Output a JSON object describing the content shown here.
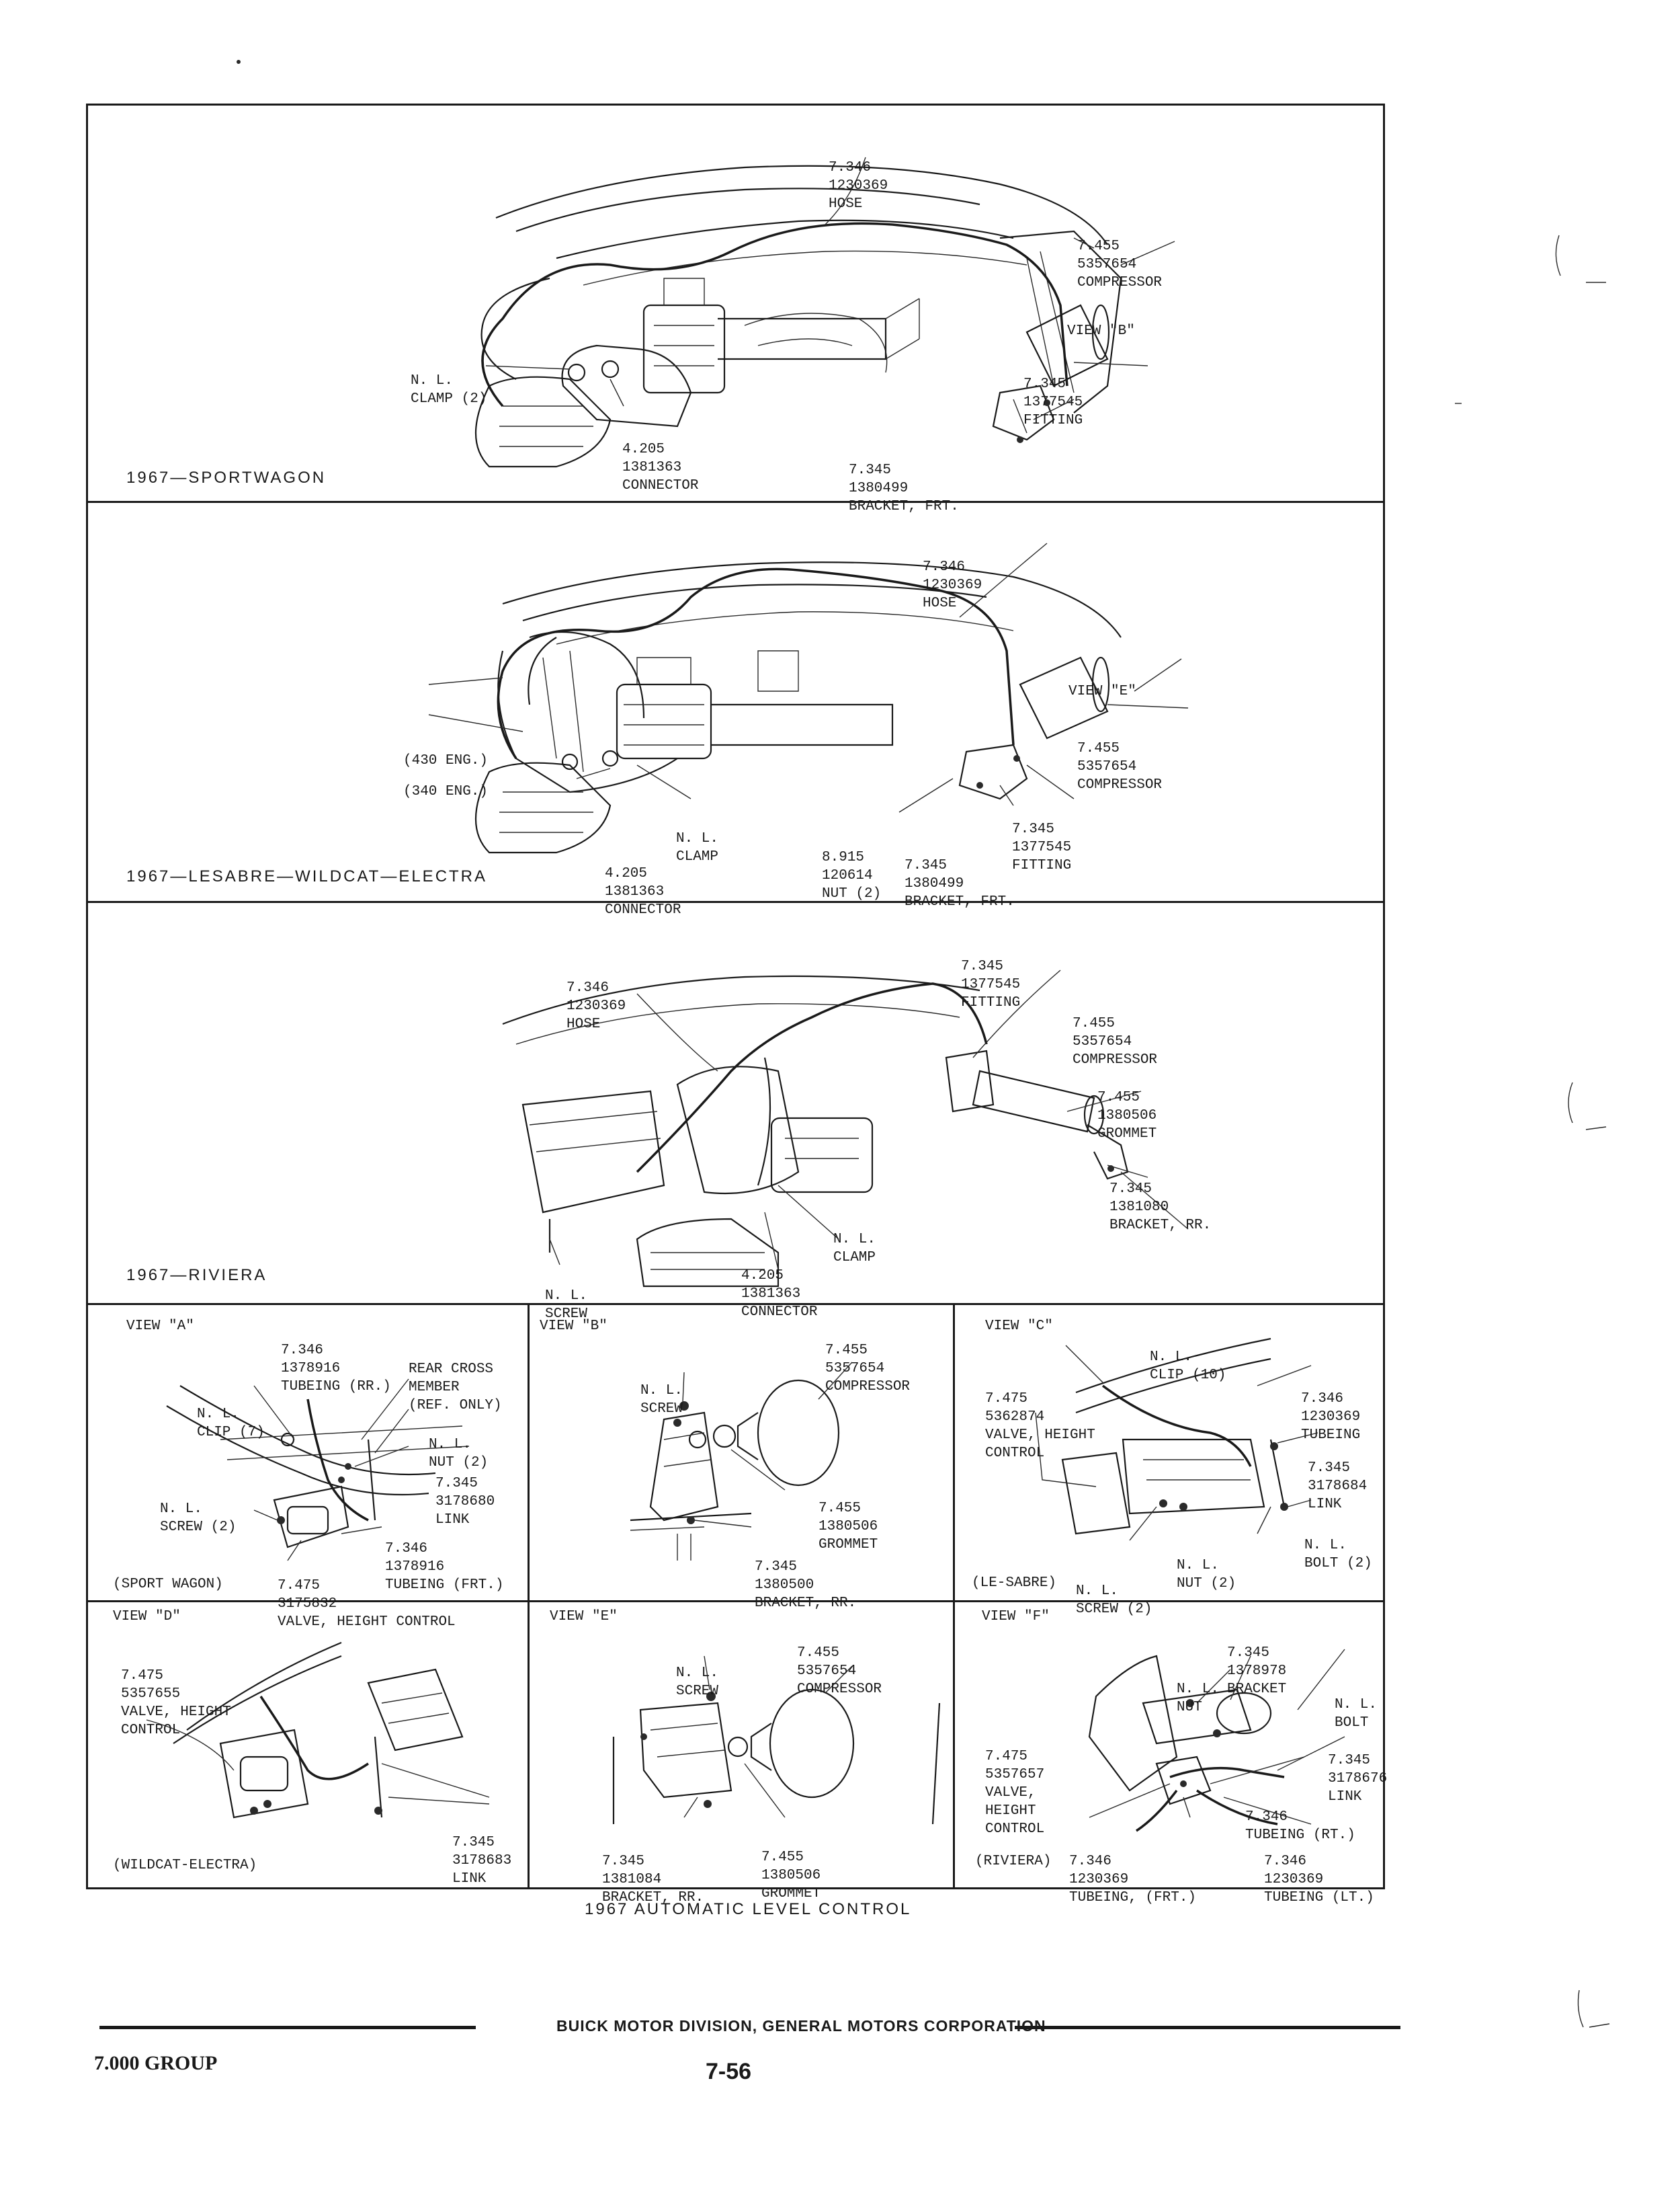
{
  "panels": {
    "sportwagon": {
      "caption": "1967—SPORTWAGON",
      "labels": {
        "hose": [
          "7.346",
          "1230369",
          "HOSE"
        ],
        "compressor": [
          "7.455",
          "5357654",
          "COMPRESSOR"
        ],
        "view": [
          "VIEW \"B\""
        ],
        "fitting": [
          "7.345",
          "1377545",
          "FITTING"
        ],
        "clamp": [
          "N. L.",
          "CLAMP (2)"
        ],
        "connector": [
          "4.205",
          "1381363",
          "CONNECTOR"
        ],
        "bracket": [
          "7.345",
          "1380499",
          "BRACKET, FRT."
        ]
      }
    },
    "lesabre": {
      "caption": "1967—LESABRE—WILDCAT—ELECTRA",
      "labels": {
        "hose": [
          "7.346",
          "1230369",
          "HOSE"
        ],
        "view": [
          "VIEW \"E\""
        ],
        "compressor": [
          "7.455",
          "5357654",
          "COMPRESSOR"
        ],
        "eng430": [
          "(430 ENG.)"
        ],
        "eng340": [
          "(340 ENG.)"
        ],
        "fitting": [
          "7.345",
          "1377545",
          "FITTING"
        ],
        "clamp": [
          "N. L.",
          "CLAMP"
        ],
        "nut": [
          "8.915",
          "120614",
          "NUT (2)"
        ],
        "bracket": [
          "7.345",
          "1380499",
          "BRACKET, FRT."
        ],
        "connector": [
          "4.205",
          "1381363",
          "CONNECTOR"
        ]
      }
    },
    "riviera": {
      "caption": "1967—RIVIERA",
      "labels": {
        "hose": [
          "7.346",
          "1230369",
          "HOSE"
        ],
        "fitting": [
          "7.345",
          "1377545",
          "FITTING"
        ],
        "compressor": [
          "7.455",
          "5357654",
          "COMPRESSOR"
        ],
        "grommet": [
          "7.455",
          "1380506",
          "GROMMET"
        ],
        "bracket": [
          "7.345",
          "1381080",
          "BRACKET, RR."
        ],
        "clamp": [
          "N. L.",
          "CLAMP"
        ],
        "screw": [
          "N. L.",
          "SCREW"
        ],
        "connector": [
          "4.205",
          "1381363",
          "CONNECTOR"
        ]
      }
    },
    "viewA": {
      "title": "VIEW \"A\"",
      "footer": "(SPORT WAGON)",
      "labels": {
        "tubing_rr": [
          "7.346",
          "1378916",
          "TUBEING (RR.)"
        ],
        "crossmember": [
          "REAR CROSS",
          "MEMBER",
          "(REF. ONLY)"
        ],
        "clip": [
          "N. L.",
          "CLIP (7)"
        ],
        "nut": [
          "N. L.",
          "NUT (2)"
        ],
        "link": [
          "7.345",
          "3178680",
          "LINK"
        ],
        "screw": [
          "N. L.",
          "SCREW (2)"
        ],
        "tubing_frt": [
          "7.346",
          "1378916",
          "TUBEING (FRT.)"
        ],
        "valve": [
          "7.475",
          "3175832",
          "VALVE, HEIGHT CONTROL"
        ]
      }
    },
    "viewB": {
      "title": "VIEW \"B\"",
      "labels": {
        "compressor": [
          "7.455",
          "5357654",
          "COMPRESSOR"
        ],
        "screw": [
          "N. L.",
          "SCREW"
        ],
        "grommet": [
          "7.455",
          "1380506",
          "GROMMET"
        ],
        "bracket": [
          "7.345",
          "1380500",
          "BRACKET, RR."
        ]
      }
    },
    "viewC": {
      "title": "VIEW \"C\"",
      "footer": "(LE-SABRE)",
      "labels": {
        "clip": [
          "N. L.",
          "CLIP (10)"
        ],
        "valve": [
          "7.475",
          "5362874",
          "VALVE, HEIGHT",
          "CONTROL"
        ],
        "tubing": [
          "7.346",
          "1230369",
          "TUBEING"
        ],
        "link": [
          "7.345",
          "3178684",
          "LINK"
        ],
        "bolt": [
          "N. L.",
          "BOLT (2)"
        ],
        "nut": [
          "N. L.",
          "NUT (2)"
        ],
        "screw": [
          "N. L.",
          "SCREW (2)"
        ]
      }
    },
    "viewD": {
      "title": "VIEW \"D\"",
      "footer": "(WILDCAT-ELECTRA)",
      "labels": {
        "valve": [
          "7.475",
          "5357655",
          "VALVE, HEIGHT",
          "CONTROL"
        ],
        "link": [
          "7.345",
          "3178683",
          "LINK"
        ]
      }
    },
    "viewE": {
      "title": "VIEW \"E\"",
      "labels": {
        "compressor": [
          "7.455",
          "5357654",
          "COMPRESSOR"
        ],
        "screw": [
          "N. L.",
          "SCREW"
        ],
        "bracket": [
          "7.345",
          "1381084",
          "BRACKET, RR."
        ],
        "grommet": [
          "7.455",
          "1380506",
          "GROMMET"
        ]
      }
    },
    "viewF": {
      "title": "VIEW \"F\"",
      "footer": "(RIVIERA)",
      "labels": {
        "bracket": [
          "7.345",
          "1378978",
          "BRACKET"
        ],
        "nut": [
          "N. L.",
          "NUT"
        ],
        "bolt": [
          "N. L.",
          "BOLT"
        ],
        "valve": [
          "7.475",
          "5357657",
          "VALVE,",
          "HEIGHT",
          "CONTROL"
        ],
        "link": [
          "7.345",
          "3178676",
          "LINK"
        ],
        "tubing_rt": [
          "7.346",
          "TUBEING (RT.)"
        ],
        "tubing_frt": [
          "7.346",
          "1230369",
          "TUBEING, (FRT.)"
        ],
        "tubing_lt": [
          "7.346",
          "1230369",
          "TUBEING (LT.)"
        ]
      }
    }
  },
  "figure_caption": "1967 AUTOMATIC LEVEL CONTROL",
  "footer": {
    "division": "BUICK MOTOR DIVISION, GENERAL MOTORS CORPORATION",
    "group": "7.000 GROUP",
    "page": "7-56"
  }
}
